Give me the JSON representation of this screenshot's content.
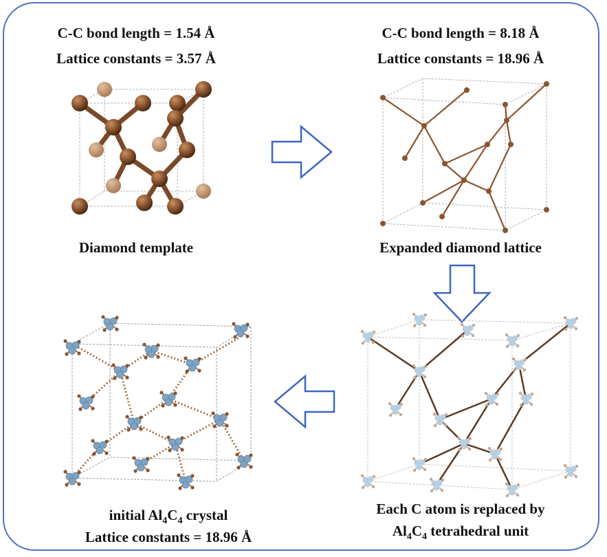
{
  "panels": {
    "top_left": {
      "line1": "C-C bond length = 1.54 Å",
      "line2": "Lattice constants = 3.57 Å",
      "caption": "Diamond template"
    },
    "top_right": {
      "line1": "C-C bond length = 8.18 Å",
      "line2": "Lattice constants = 18.96 Å",
      "caption": "Expanded diamond lattice"
    },
    "bottom_right": {
      "caption_line1": "Each C atom is replaced by",
      "caption_line2_pre": "Al",
      "caption_line2_sub1": "4",
      "caption_line2_mid": "C",
      "caption_line2_sub2": "4",
      "caption_line2_post": " tetrahedral unit"
    },
    "bottom_left": {
      "caption_line1_pre": "initial Al",
      "caption_line1_sub1": "4",
      "caption_line1_mid": "C",
      "caption_line1_sub2": "4",
      "caption_line1_post": " crystal",
      "caption_line2": "Lattice constants = 18.96 Å"
    }
  },
  "colors": {
    "frame": "#4a72c4",
    "arrow": "#3d66c0",
    "carbon": "#8a5530",
    "aluminum": "#7fa3c2",
    "cell_edge": "#9a9a9a"
  },
  "arrows": [
    "right-arrow",
    "down-arrow",
    "left-arrow"
  ]
}
